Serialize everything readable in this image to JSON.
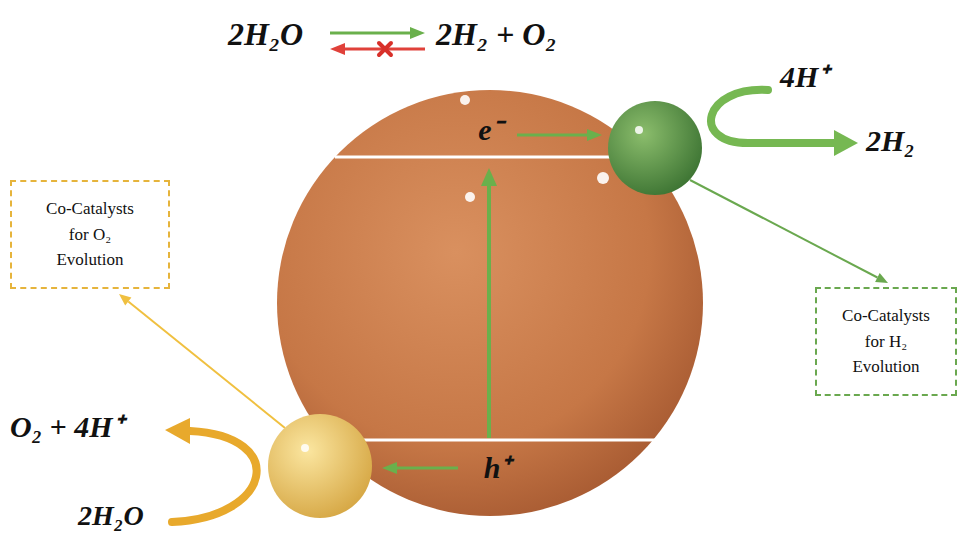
{
  "diagram": {
    "nodes": [
      {
        "text": [
          "e⁻",
          "h⁺"
        ]
      },
      {
        "text": [
          "Co-Catalysts for O₂ Evolution"
        ]
      },
      {
        "text": [
          "Co-Catalysts for H₂ Evolution"
        ]
      }
    ],
    "labels": [
      "2H₂O",
      "2H₂ + O₂",
      "4H⁺",
      "2H₂",
      "O₂ + 4H⁺",
      "2H₂O"
    ]
  }
}
